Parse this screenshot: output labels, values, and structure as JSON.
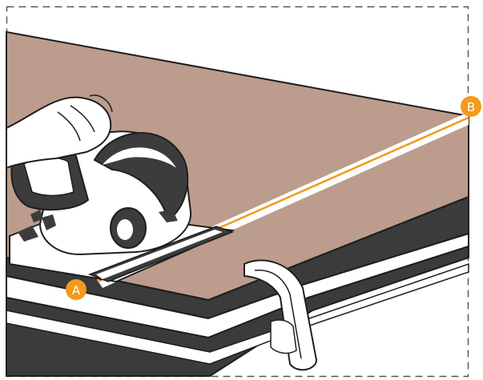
{
  "illustration": {
    "markers": [
      {
        "id": "A",
        "label": "A"
      },
      {
        "id": "B",
        "label": "B"
      }
    ]
  },
  "colors": {
    "board": "#bc9c8c",
    "board_edge_dark": "#3b3b3b",
    "cut_line": "#f29a1c",
    "marker": "#f29a1c",
    "marker_text": "#ffffff",
    "outline": "#1e1e1e",
    "saw_body": "#ffffff",
    "saw_dark": "#3c3c3c",
    "clamp": "#ffffff",
    "dashed_border": "#555555"
  },
  "icons": [
    "circular-saw-icon",
    "hand-icon",
    "c-clamp-icon",
    "guide-rail-icon"
  ]
}
